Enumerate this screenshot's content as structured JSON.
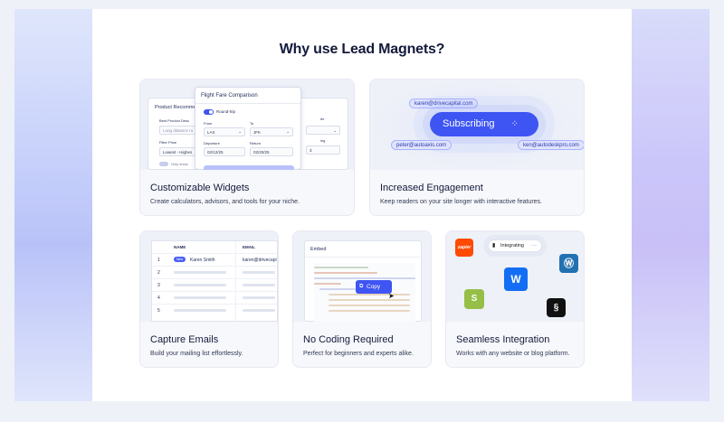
{
  "heading": "Why use Lead Magnets?",
  "colors": {
    "accent": "#3E55F3",
    "zapier": "#FF4A00",
    "wordpress": "#2271B1",
    "shopify": "#95BF47",
    "webflow": "#146EF5",
    "squarespace": "#111111"
  },
  "cards": {
    "widgets": {
      "title": "Customizable Widgets",
      "desc": "Create calculators, advisors, and tools for your niche.",
      "preview": {
        "back_title": "Product Recomme",
        "back_field1": "Best Product Desc",
        "back_field2": "Long distance ru",
        "back_field3": "Filter Price",
        "back_field4": "Lowest - Highes",
        "back_toggle": "Only show",
        "front_title": "Flight Fare Comparison",
        "roundtrip": "Round-trip",
        "from_label": "From",
        "to_label": "To",
        "from_value": "LAX",
        "to_value": "JFK",
        "departure_label": "Departure",
        "return_label": "Return",
        "departure_value": "02/12/25",
        "return_value": "02/20/25",
        "right_label1": "ler",
        "right_label2": "ing",
        "right_value": "3"
      }
    },
    "engagement": {
      "title": "Increased Engagement",
      "desc": "Keep readers on your site longer with interactive features.",
      "preview": {
        "email1": "karen@drivecapital.com",
        "email2": "peter@autoaxis.com",
        "email3": "ken@autodeskpro.com",
        "button": "Subscribing"
      }
    },
    "emails": {
      "title": "Capture Emails",
      "desc": "Build your mailing list effortlessly.",
      "preview": {
        "col_name": "NAME",
        "col_email": "EMAIL",
        "rows": [
          "1",
          "2",
          "3",
          "4",
          "5"
        ],
        "badge": "New",
        "name": "Karen Smith",
        "email": "karen@drivecapi"
      }
    },
    "coding": {
      "title": "No Coding Required",
      "desc": "Perfect for beginners and experts alike.",
      "preview": {
        "embed_label": "Embed",
        "copy_button": "Copy"
      }
    },
    "integration": {
      "title": "Seamless Integration",
      "desc": "Works with any website or blog platform.",
      "preview": {
        "status": "Integrating",
        "zapier": "zapier"
      }
    }
  }
}
